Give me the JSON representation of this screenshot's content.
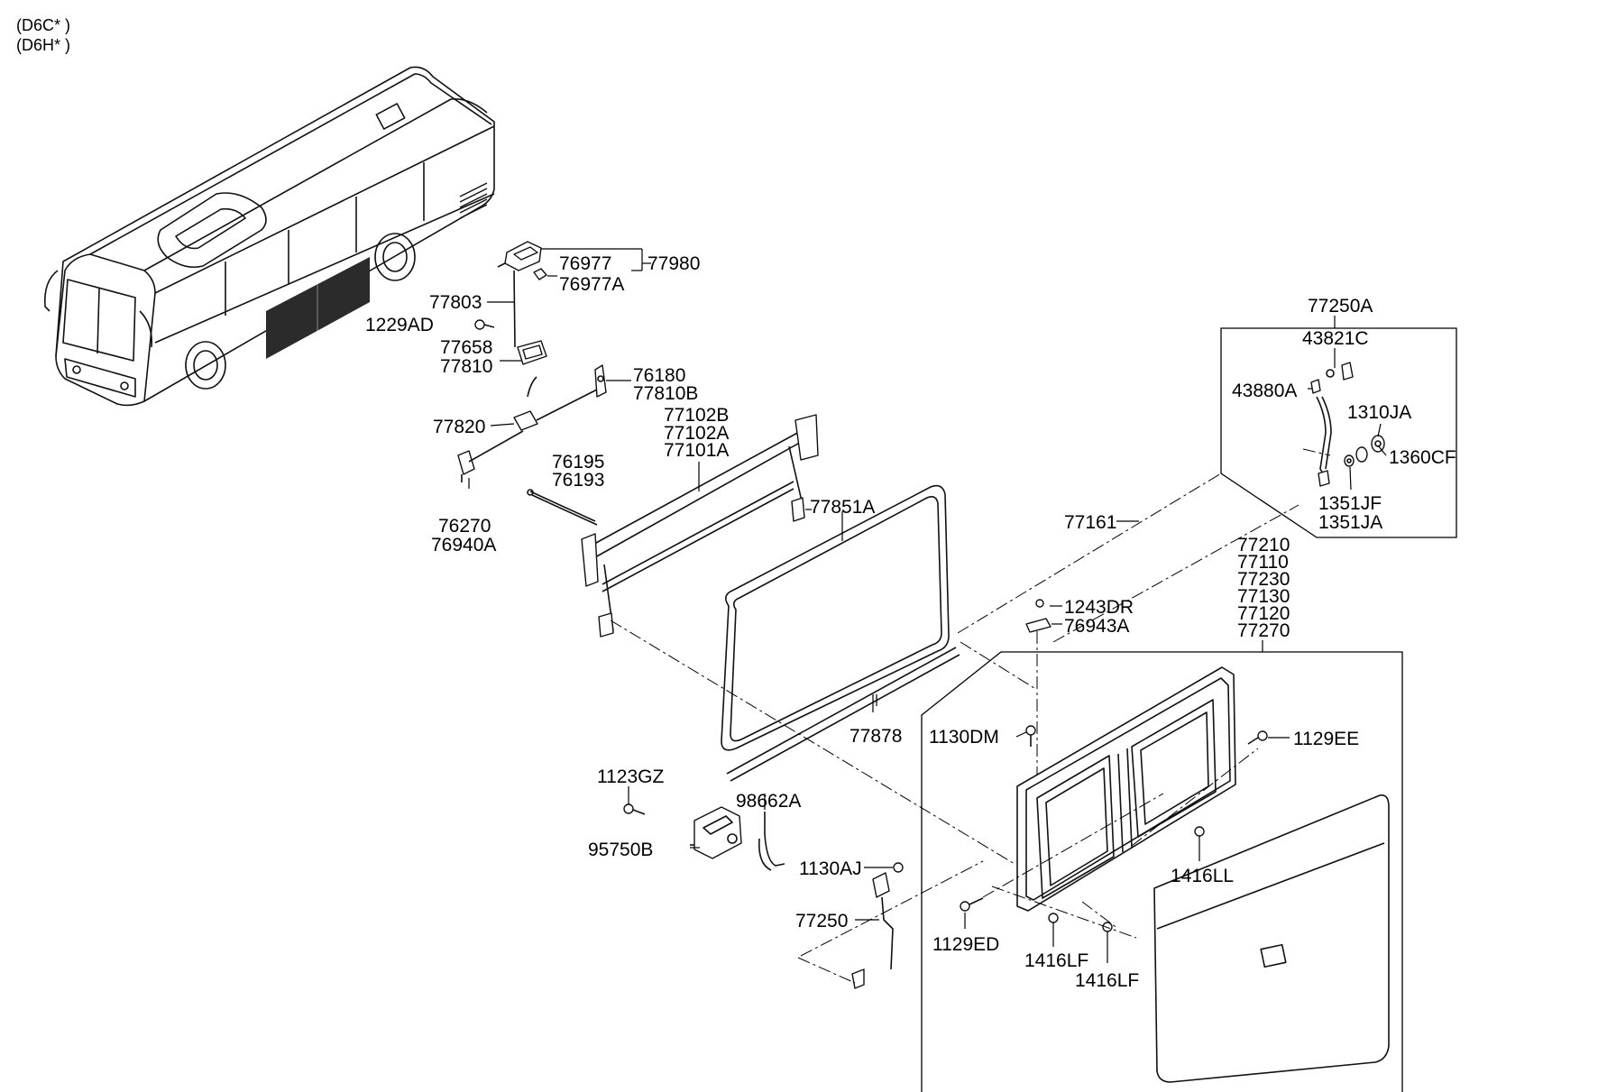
{
  "header": {
    "variant_1": "(D6C* )",
    "variant_2": "(D6H* )"
  },
  "parts": {
    "p77980": "77980",
    "p76977": "76977",
    "p76977A": "76977A",
    "p77803": "77803",
    "p1229AD": "1229AD",
    "p77658": "77658",
    "p77810": "77810",
    "p76180": "76180",
    "p77810B": "77810B",
    "p77820": "77820",
    "p77102B": "77102B",
    "p77102A": "77102A",
    "p77101A": "77101A",
    "p76195": "76195",
    "p76193": "76193",
    "p76270": "76270",
    "p76940A": "76940A",
    "p77851A": "77851A",
    "p77878": "77878",
    "p1123GZ": "1123GZ",
    "p95750B": "95750B",
    "p98662A": "98662A",
    "p1130AJ": "1130AJ",
    "p77250": "77250",
    "p77250A": "77250A",
    "p43821C": "43821C",
    "p43880A": "43880A",
    "p1310JA": "1310JA",
    "p1360CF": "1360CF",
    "p1351JF": "1351JF",
    "p1351JA": "1351JA",
    "p77161": "77161",
    "p1243DR": "1243DR",
    "p76943A": "76943A",
    "p77210": "77210",
    "p77110": "77110",
    "p77230": "77230",
    "p77130": "77130",
    "p77120": "77120",
    "p77270": "77270",
    "p1130DM": "1130DM",
    "p1129EE": "1129EE",
    "p1416LL": "1416LL",
    "p1129ED": "1129ED",
    "p1416LF_1": "1416LF",
    "p1416LF_2": "1416LF"
  }
}
